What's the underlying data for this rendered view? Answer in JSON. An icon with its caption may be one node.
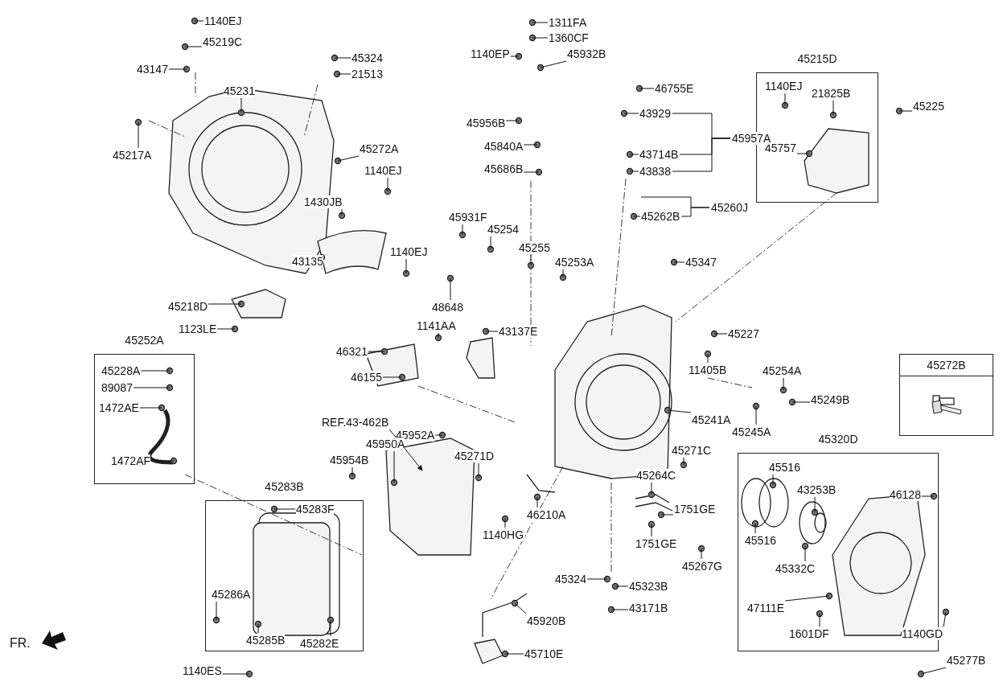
{
  "diagram": {
    "nodes": [
      {
        "text": [
          "1140EJ"
        ]
      },
      {
        "text": [
          "45219C"
        ]
      },
      {
        "text": [
          "43147"
        ]
      },
      {
        "text": [
          "45324"
        ]
      },
      {
        "text": [
          "21513"
        ]
      },
      {
        "text": [
          "45231"
        ]
      },
      {
        "text": [
          "45217A"
        ]
      },
      {
        "text": [
          "45272A"
        ]
      },
      {
        "text": [
          "1140EJ"
        ]
      },
      {
        "text": [
          "1430JB"
        ]
      },
      {
        "text": [
          "43135"
        ]
      },
      {
        "text": [
          "1140EJ"
        ]
      },
      {
        "text": [
          "45218D"
        ]
      },
      {
        "text": [
          "1123LE"
        ]
      },
      {
        "text": [
          "45252A"
        ]
      },
      {
        "text": [
          "45228A"
        ],
        "in": 14
      },
      {
        "text": [
          "89087"
        ],
        "in": 14
      },
      {
        "text": [
          "1472AE"
        ],
        "in": 14
      },
      {
        "text": [
          "1472AF"
        ],
        "in": 14
      },
      {
        "text": [
          "1311FA"
        ]
      },
      {
        "text": [
          "1360CF"
        ]
      },
      {
        "text": [
          "1140EP"
        ]
      },
      {
        "text": [
          "45932B"
        ]
      },
      {
        "text": [
          "45956B"
        ]
      },
      {
        "text": [
          "45840A"
        ]
      },
      {
        "text": [
          "45686B"
        ]
      },
      {
        "text": [
          "46755E"
        ]
      },
      {
        "text": [
          "43929"
        ]
      },
      {
        "text": [
          "43714B"
        ]
      },
      {
        "text": [
          "43838"
        ]
      },
      {
        "text": [
          "45957A"
        ]
      },
      {
        "text": [
          "45931F"
        ]
      },
      {
        "text": [
          "45254"
        ]
      },
      {
        "text": [
          "45255"
        ]
      },
      {
        "text": [
          "45253A"
        ]
      },
      {
        "text": [
          "48648"
        ]
      },
      {
        "text": [
          "45260J"
        ]
      },
      {
        "text": [
          "45262B"
        ]
      },
      {
        "text": [
          "45347"
        ]
      },
      {
        "text": [
          "45215D"
        ]
      },
      {
        "text": [
          "1140EJ"
        ],
        "in": 39
      },
      {
        "text": [
          "21825B"
        ],
        "in": 39
      },
      {
        "text": [
          "45757"
        ],
        "in": 39
      },
      {
        "text": [
          "45225"
        ]
      },
      {
        "text": [
          "1141AA"
        ]
      },
      {
        "text": [
          "43137E"
        ]
      },
      {
        "text": [
          "46321"
        ]
      },
      {
        "text": [
          "46155"
        ]
      },
      {
        "text": [
          "45227"
        ]
      },
      {
        "text": [
          "11405B"
        ]
      },
      {
        "text": [
          "45254A"
        ]
      },
      {
        "text": [
          "45249B"
        ]
      },
      {
        "text": [
          "45245A"
        ]
      },
      {
        "text": [
          "45241A"
        ]
      },
      {
        "text": [
          "45952A"
        ]
      },
      {
        "text": [
          "REF.43-462B"
        ]
      },
      {
        "text": [
          "45950A"
        ]
      },
      {
        "text": [
          "45954B"
        ]
      },
      {
        "text": [
          "45271D"
        ]
      },
      {
        "text": [
          "45271C"
        ]
      },
      {
        "text": [
          "45264C"
        ]
      },
      {
        "text": [
          "1751GE"
        ]
      },
      {
        "text": [
          "1751GE"
        ]
      },
      {
        "text": [
          "45267G"
        ]
      },
      {
        "text": [
          "46210A"
        ]
      },
      {
        "text": [
          "1140HG"
        ]
      },
      {
        "text": [
          "45324"
        ]
      },
      {
        "text": [
          "45323B"
        ]
      },
      {
        "text": [
          "43171B"
        ]
      },
      {
        "text": [
          "45920B"
        ]
      },
      {
        "text": [
          "45710E"
        ]
      },
      {
        "text": [
          "45283B"
        ]
      },
      {
        "text": [
          "45283F"
        ],
        "in": 71
      },
      {
        "text": [
          "45286A"
        ],
        "in": 71
      },
      {
        "text": [
          "45285B"
        ],
        "in": 71
      },
      {
        "text": [
          "45282E"
        ],
        "in": 71
      },
      {
        "text": [
          "1140ES"
        ]
      },
      {
        "text": [
          "45320D"
        ]
      },
      {
        "text": [
          "45516"
        ],
        "in": 77
      },
      {
        "text": [
          "43253B"
        ],
        "in": 77
      },
      {
        "text": [
          "46128"
        ],
        "in": 77
      },
      {
        "text": [
          "45516"
        ],
        "in": 77
      },
      {
        "text": [
          "45332C"
        ],
        "in": 77
      },
      {
        "text": [
          "47111E"
        ],
        "in": 77
      },
      {
        "text": [
          "1601DF"
        ],
        "in": 77
      },
      {
        "text": [
          "1140GD"
        ],
        "in": 77
      },
      {
        "text": [
          "45277B"
        ]
      },
      {
        "text": [
          "45272B"
        ]
      }
    ],
    "edges": [
      {
        "from": 0,
        "to": null,
        "arrow": "none"
      },
      {
        "from": 1,
        "to": null,
        "arrow": "none"
      },
      {
        "from": 2,
        "to": null,
        "arrow": "none"
      },
      {
        "from": 3,
        "to": null,
        "arrow": "none"
      },
      {
        "from": 4,
        "to": null,
        "arrow": "none"
      },
      {
        "from": 5,
        "to": null,
        "arrow": "none"
      },
      {
        "from": 6,
        "to": null,
        "arrow": "none"
      },
      {
        "from": 7,
        "to": null,
        "arrow": "none"
      },
      {
        "from": 8,
        "to": null,
        "arrow": "none"
      },
      {
        "from": 9,
        "to": null,
        "arrow": "none"
      },
      {
        "from": 10,
        "to": null,
        "arrow": "none"
      },
      {
        "from": 11,
        "to": null,
        "arrow": "none"
      },
      {
        "from": 12,
        "to": null,
        "arrow": "none"
      },
      {
        "from": 13,
        "to": null,
        "arrow": "none"
      },
      {
        "from": 15,
        "to": null,
        "arrow": "none"
      },
      {
        "from": 16,
        "to": null,
        "arrow": "none"
      },
      {
        "from": 17,
        "to": null,
        "arrow": "none"
      },
      {
        "from": 18,
        "to": null,
        "arrow": "none"
      },
      {
        "from": 19,
        "to": null,
        "arrow": "none"
      },
      {
        "from": 20,
        "to": null,
        "arrow": "none"
      },
      {
        "from": 21,
        "to": null,
        "arrow": "none"
      },
      {
        "from": 22,
        "to": null,
        "arrow": "none"
      },
      {
        "from": 23,
        "to": null,
        "arrow": "none"
      },
      {
        "from": 24,
        "to": null,
        "arrow": "none"
      },
      {
        "from": 25,
        "to": null,
        "arrow": "none"
      },
      {
        "from": 26,
        "to": null,
        "arrow": "none"
      },
      {
        "from": 27,
        "to": null,
        "arrow": "none"
      },
      {
        "from": 28,
        "to": null,
        "arrow": "none"
      },
      {
        "from": 29,
        "to": null,
        "arrow": "none"
      },
      {
        "from": 31,
        "to": null,
        "arrow": "none"
      },
      {
        "from": 32,
        "to": null,
        "arrow": "none"
      },
      {
        "from": 33,
        "to": null,
        "arrow": "none"
      },
      {
        "from": 34,
        "to": null,
        "arrow": "none"
      },
      {
        "from": 35,
        "to": null,
        "arrow": "none"
      },
      {
        "from": 37,
        "to": null,
        "arrow": "none"
      },
      {
        "from": 38,
        "to": null,
        "arrow": "none"
      },
      {
        "from": 40,
        "to": null,
        "arrow": "none"
      },
      {
        "from": 41,
        "to": null,
        "arrow": "none"
      },
      {
        "from": 42,
        "to": null,
        "arrow": "none"
      },
      {
        "from": 43,
        "to": null,
        "arrow": "none"
      },
      {
        "from": 44,
        "to": null,
        "arrow": "none"
      },
      {
        "from": 45,
        "to": null,
        "arrow": "none"
      },
      {
        "from": 46,
        "to": null,
        "arrow": "none"
      },
      {
        "from": 47,
        "to": null,
        "arrow": "none"
      },
      {
        "from": 48,
        "to": null,
        "arrow": "none"
      },
      {
        "from": 49,
        "to": null,
        "arrow": "none"
      },
      {
        "from": 50,
        "to": null,
        "arrow": "none"
      },
      {
        "from": 51,
        "to": null,
        "arrow": "none"
      },
      {
        "from": 52,
        "to": null,
        "arrow": "none"
      },
      {
        "from": 53,
        "to": null,
        "arrow": "none"
      },
      {
        "from": 54,
        "to": null,
        "arrow": "none"
      },
      {
        "from": 55,
        "to": null,
        "arrow": "to"
      },
      {
        "from": 56,
        "to": null,
        "arrow": "none"
      },
      {
        "from": 57,
        "to": null,
        "arrow": "none"
      },
      {
        "from": 58,
        "to": null,
        "arrow": "none"
      },
      {
        "from": 59,
        "to": null,
        "arrow": "none"
      },
      {
        "from": 60,
        "to": null,
        "arrow": "none"
      },
      {
        "from": 61,
        "to": null,
        "arrow": "none"
      },
      {
        "from": 62,
        "to": null,
        "arrow": "none"
      },
      {
        "from": 63,
        "to": null,
        "arrow": "none"
      },
      {
        "from": 64,
        "to": null,
        "arrow": "none"
      },
      {
        "from": 65,
        "to": null,
        "arrow": "none"
      },
      {
        "from": 66,
        "to": null,
        "arrow": "none"
      },
      {
        "from": 67,
        "to": null,
        "arrow": "none"
      },
      {
        "from": 68,
        "to": null,
        "arrow": "none"
      },
      {
        "from": 69,
        "to": null,
        "arrow": "none"
      },
      {
        "from": 70,
        "to": null,
        "arrow": "none"
      },
      {
        "from": 72,
        "to": null,
        "arrow": "none"
      },
      {
        "from": 73,
        "to": null,
        "arrow": "none"
      },
      {
        "from": 74,
        "to": null,
        "arrow": "none"
      },
      {
        "from": 75,
        "to": null,
        "arrow": "none"
      },
      {
        "from": 76,
        "to": null,
        "arrow": "none"
      },
      {
        "from": 78,
        "to": null,
        "arrow": "none"
      },
      {
        "from": 79,
        "to": null,
        "arrow": "none"
      },
      {
        "from": 80,
        "to": null,
        "arrow": "none"
      },
      {
        "from": 81,
        "to": null,
        "arrow": "none"
      },
      {
        "from": 82,
        "to": null,
        "arrow": "none"
      },
      {
        "from": 83,
        "to": null,
        "arrow": "none"
      },
      {
        "from": 84,
        "to": null,
        "arrow": "none"
      },
      {
        "from": 85,
        "to": null,
        "arrow": "none"
      },
      {
        "from": 86,
        "to": null,
        "arrow": "none"
      },
      {
        "from": 27,
        "to": 30,
        "arrow": "none"
      },
      {
        "from": 28,
        "to": 30,
        "arrow": "none"
      },
      {
        "from": 29,
        "to": 30,
        "arrow": "none"
      },
      {
        "from": 37,
        "to": 36,
        "arrow": "none"
      },
      {
        "from": 36,
        "to": null,
        "arrow": "none"
      }
    ],
    "labels": [
      "FR."
    ]
  }
}
